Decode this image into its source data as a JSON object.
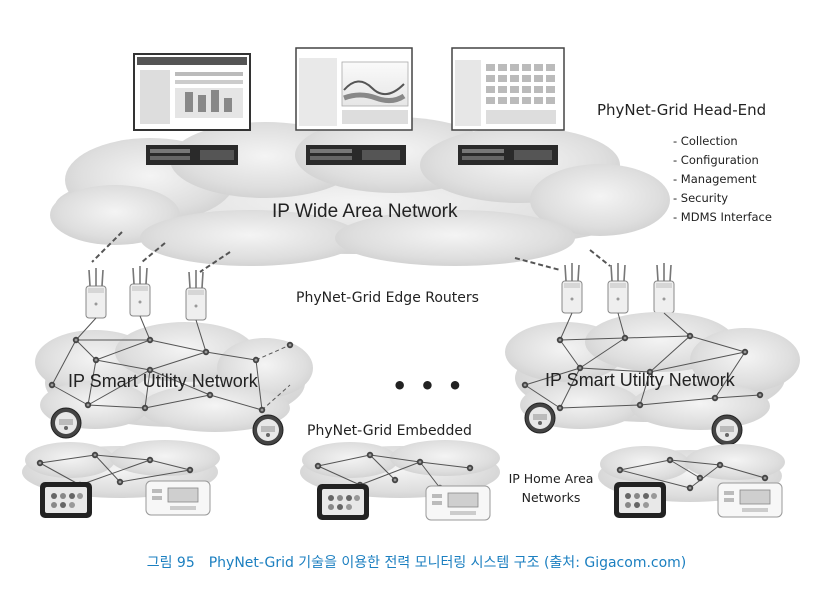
{
  "headend": {
    "title": "PhyNet-Grid Head-End",
    "items": [
      "- Collection",
      "- Configuration",
      "- Management",
      "- Security",
      "- MDMS Interface"
    ]
  },
  "wan": {
    "label": "IP Wide Area Network"
  },
  "edge": {
    "label": "PhyNet-Grid Edge Routers"
  },
  "smart_utility": {
    "left_label": "IP Smart Utility Network",
    "right_label": "IP Smart Utility Network"
  },
  "ellipsis": "• • •",
  "embedded": {
    "label": "PhyNet-Grid Embedded"
  },
  "home_area": {
    "label": "IP Home Area Networks"
  },
  "caption": {
    "figure_number": "그림 95",
    "text": "PhyNet-Grid 기술을 이용한 전력 모니터링 시스템 구조 (출처: Gigacom.com)"
  },
  "colors": {
    "caption": "#1b7fc0",
    "cloud": "#dcdcdc",
    "line": "#555555"
  }
}
